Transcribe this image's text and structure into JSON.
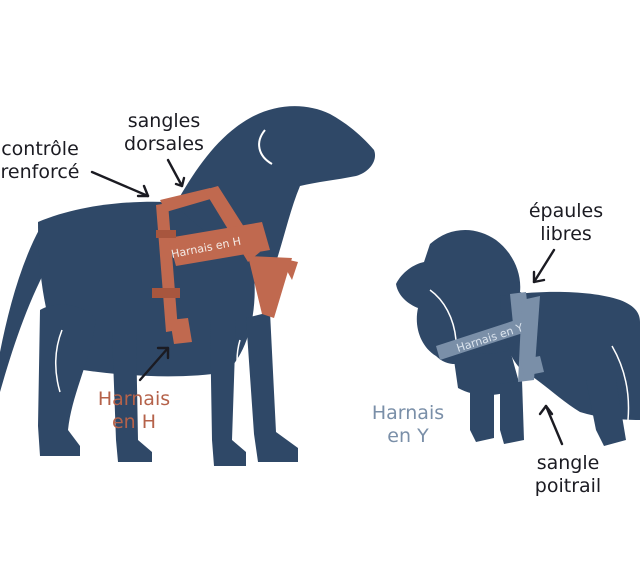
{
  "labels": {
    "controle": [
      "contrôle",
      "renforcé"
    ],
    "sangles_dorsales": [
      "sangles",
      "dorsales"
    ],
    "harnais_h": [
      "Harnais",
      "en H"
    ],
    "epaules_libres": [
      "épaules",
      "libres"
    ],
    "harnais_y": [
      "Harnais",
      "en Y"
    ],
    "sangle_poitrail": [
      "sangle",
      "poitrail"
    ]
  },
  "straps": {
    "h_print": "Harnais en H",
    "y_print": "Harnais en Y"
  },
  "colors": {
    "dog": "#2f4867",
    "harness_h": "#c0694f",
    "harness_y": "#7a8fa8",
    "label_text": "#1b1b22"
  }
}
